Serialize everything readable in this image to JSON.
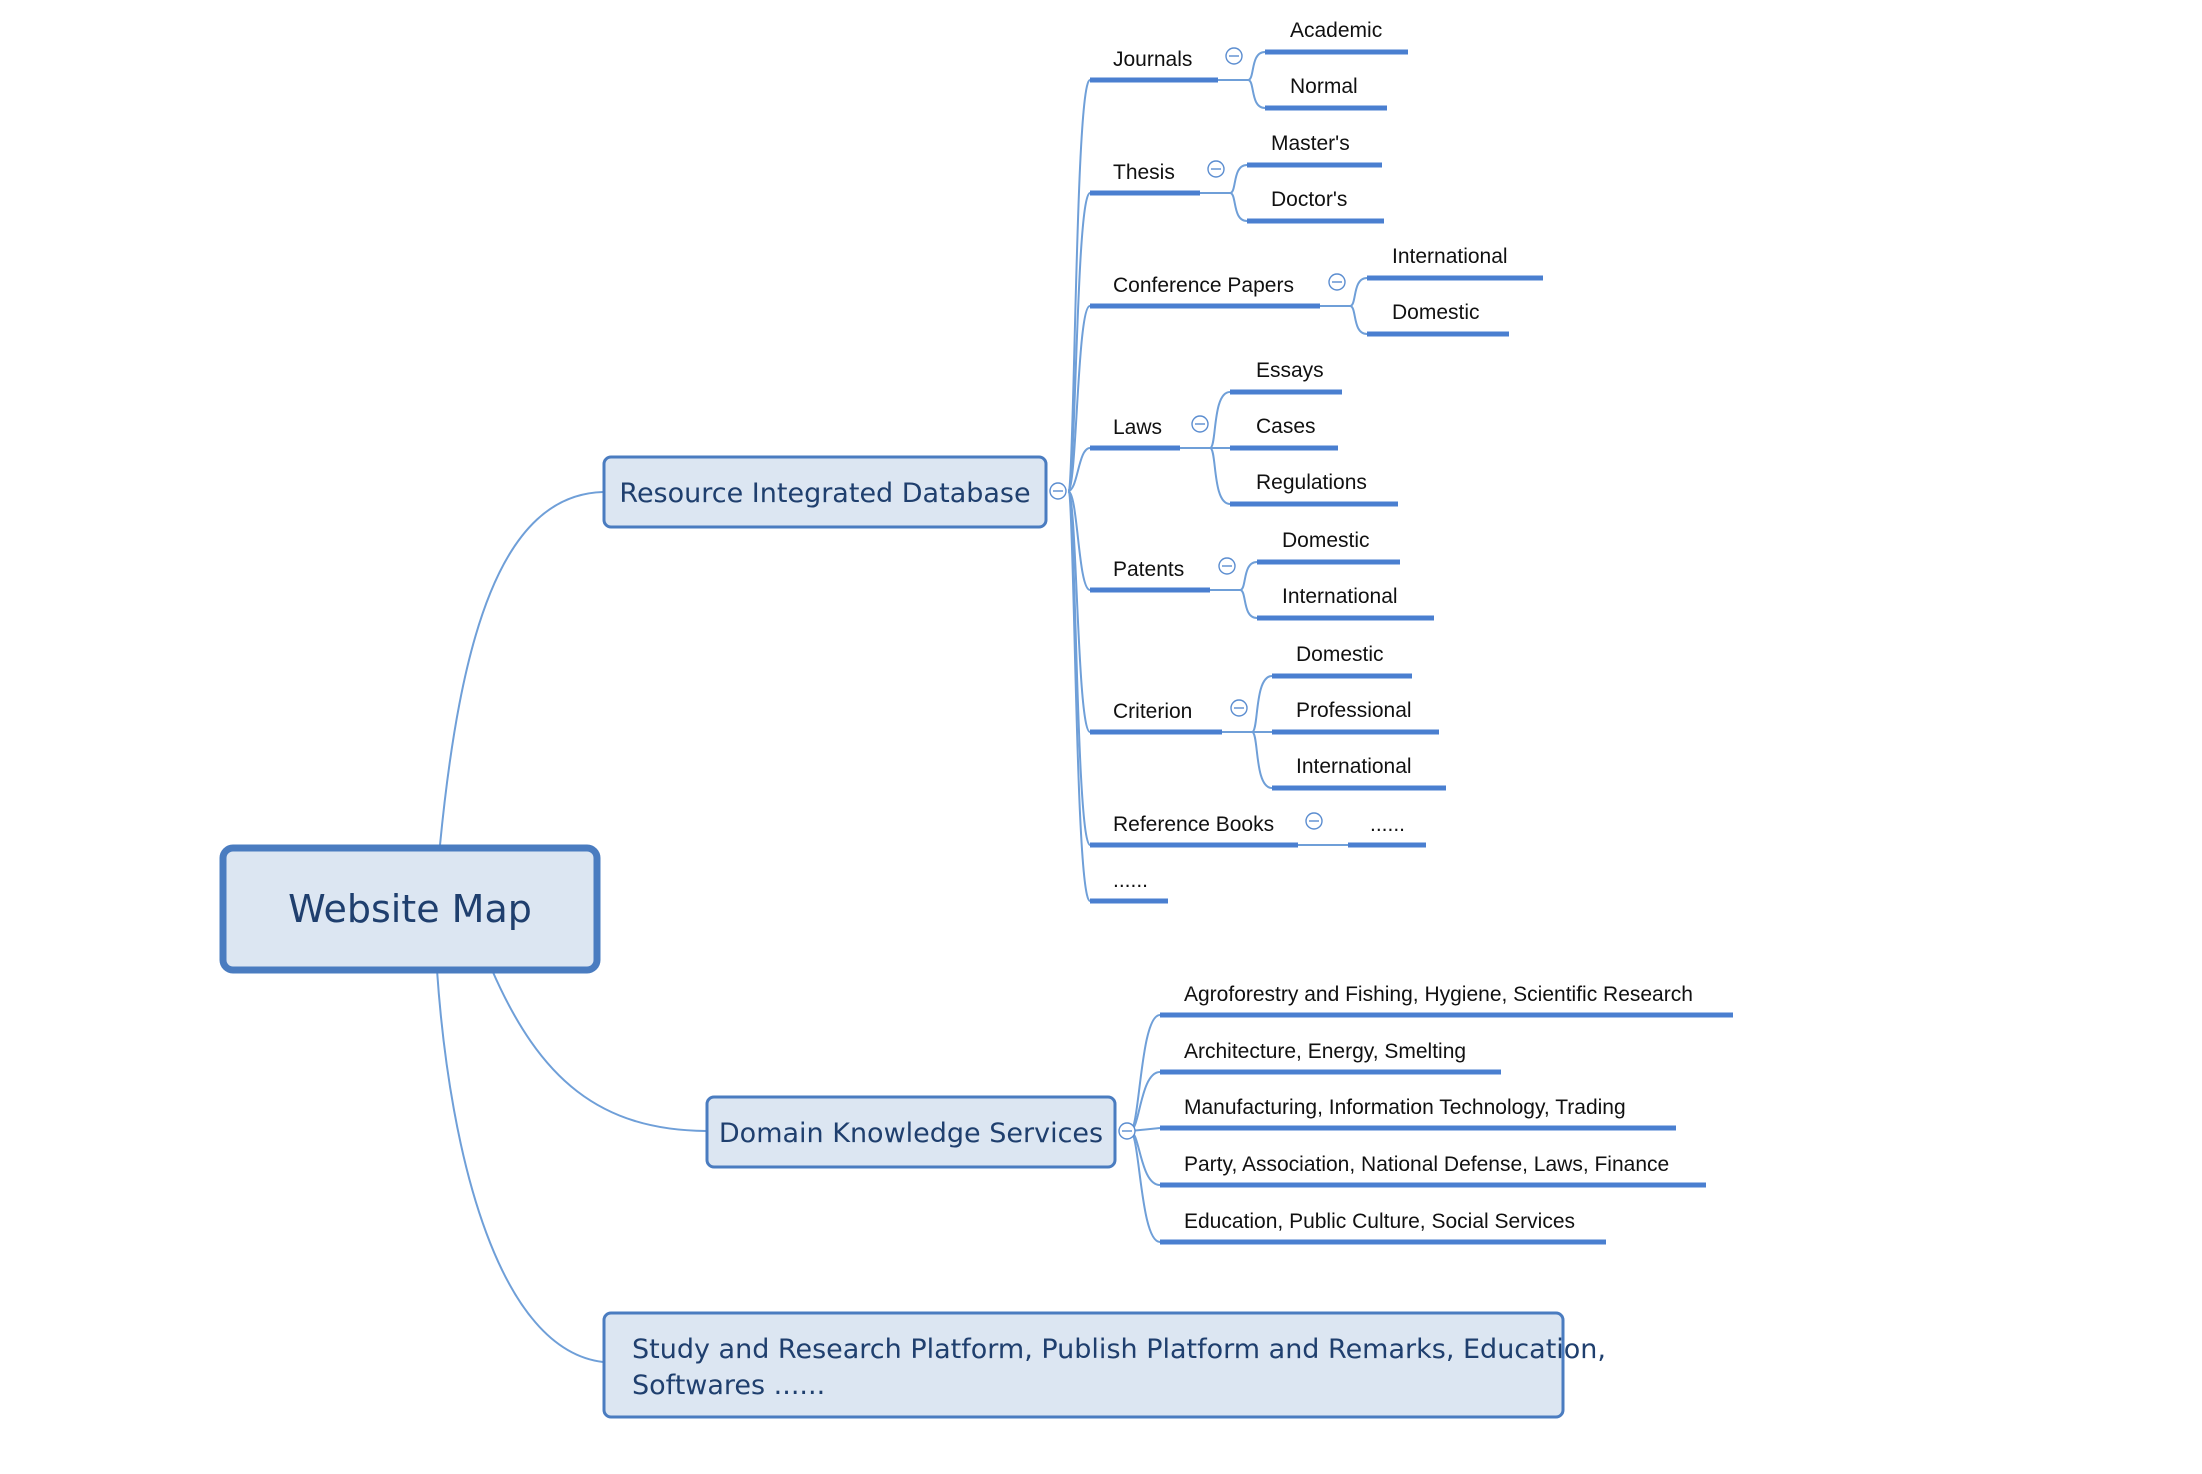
{
  "root": {
    "label": "Website Map"
  },
  "branches": {
    "resource": {
      "label": "Resource Integrated Database",
      "items": [
        {
          "label": "Journals",
          "children": [
            "Academic",
            "Normal"
          ]
        },
        {
          "label": "Thesis",
          "children": [
            "Master's",
            "Doctor's"
          ]
        },
        {
          "label": "Conference Papers",
          "children": [
            "International",
            "Domestic"
          ]
        },
        {
          "label": "Laws",
          "children": [
            "Essays",
            "Cases",
            "Regulations"
          ]
        },
        {
          "label": "Patents",
          "children": [
            "Domestic",
            "International"
          ]
        },
        {
          "label": "Criterion",
          "children": [
            "Domestic",
            "Professional",
            "International"
          ]
        },
        {
          "label": "Reference Books",
          "children": [
            "......"
          ]
        },
        {
          "label": "......",
          "children": []
        }
      ]
    },
    "domain": {
      "label": "Domain Knowledge Services",
      "items": [
        "Agroforestry and Fishing, Hygiene, Scientific Research",
        "Architecture, Energy, Smelting",
        "Manufacturing, Information Technology, Trading",
        "Party, Association, National Defense, Laws, Finance",
        "Education, Public Culture, Social Services"
      ]
    },
    "platform": {
      "line1": "Study and Research Platform, Publish Platform and Remarks, Education,",
      "line2": "Softwares ......"
    }
  },
  "colors": {
    "node_fill": "#dce6f2",
    "node_border": "#4a7cc0",
    "connector": "#6f9fd8",
    "underline": "#4a7fd0",
    "node_text": "#1f3f6e"
  }
}
